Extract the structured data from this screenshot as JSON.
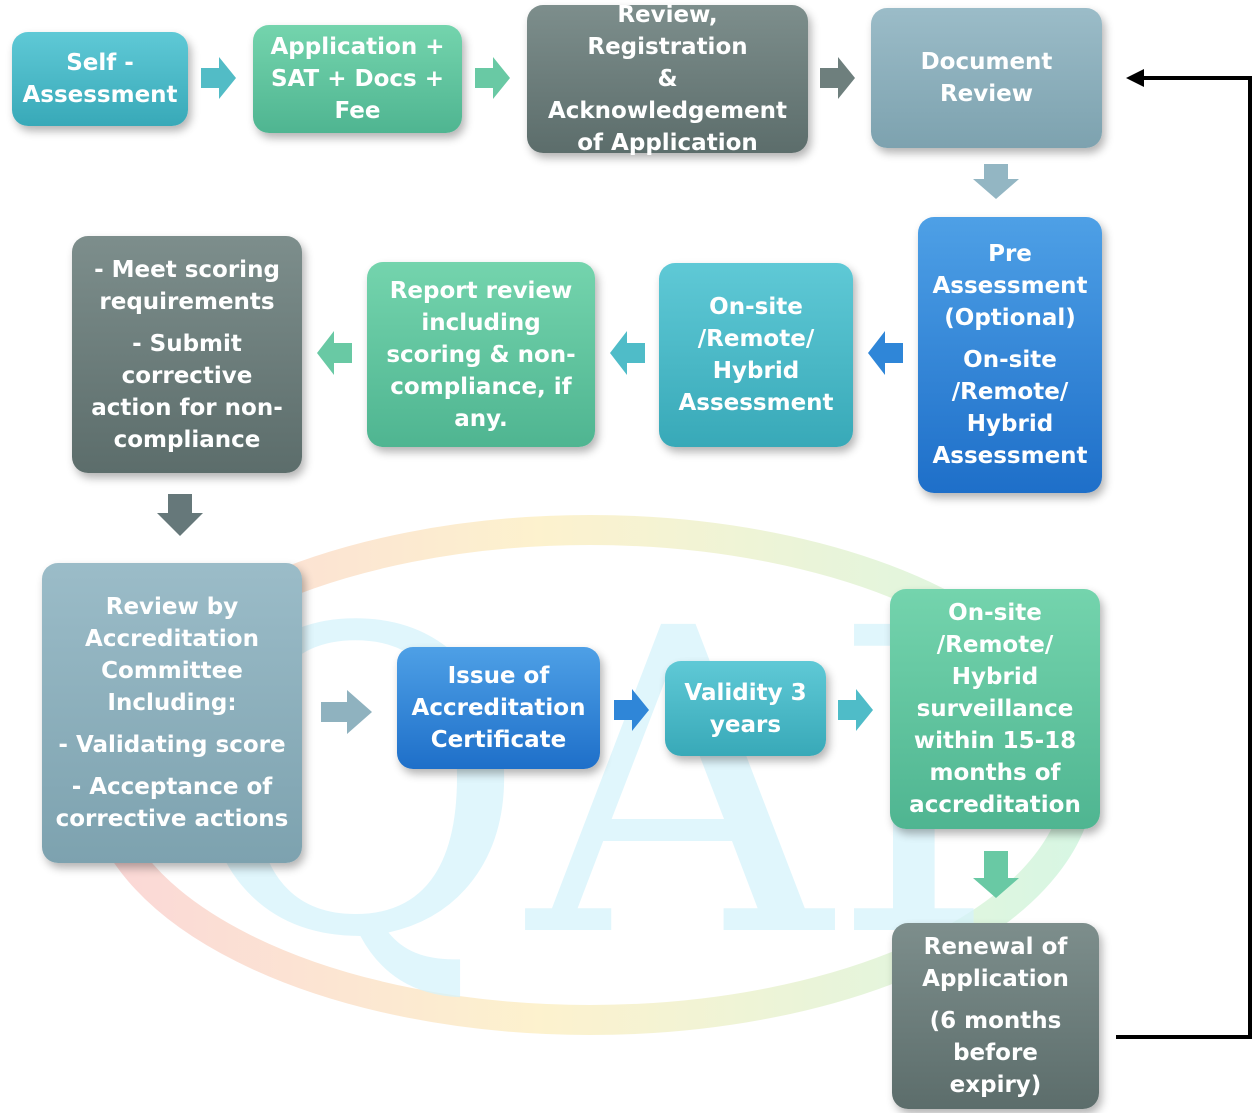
{
  "watermark": {
    "text": "QAI"
  },
  "colors": {
    "teal": "#3fb4c2",
    "green": "#5cc39d",
    "gray": "#66787a",
    "slate": "#8fb2bf",
    "blue": "#2f86d8",
    "connector": "#000000"
  },
  "steps": {
    "self_assessment": [
      "Self -",
      "Assessment"
    ],
    "application": [
      "Application +",
      "SAT + Docs +",
      "Fee"
    ],
    "review_registration": [
      "Review, Registration",
      "&",
      "Acknowledgement",
      "of Application"
    ],
    "document_review": [
      "Document",
      "Review"
    ],
    "pre_assessment": {
      "part1": [
        "Pre",
        "Assessment",
        "(Optional)"
      ],
      "part2": [
        "On-site",
        "/Remote/",
        "Hybrid",
        "Assessment"
      ]
    },
    "onsite_assessment": [
      "On-site",
      "/Remote/",
      "Hybrid",
      "Assessment"
    ],
    "report_review": [
      "Report review",
      "including",
      "scoring & non-",
      "compliance, if",
      "any."
    ],
    "meet_scoring": {
      "part1": [
        "- Meet scoring",
        "requirements"
      ],
      "part2": [
        "- Submit",
        "corrective",
        "action for non-",
        "compliance"
      ]
    },
    "committee_review": {
      "part1": [
        "Review by",
        "Accreditation",
        "Committee",
        "Including:"
      ],
      "part2": [
        "- Validating score"
      ],
      "part3": [
        "- Acceptance of",
        "corrective actions"
      ]
    },
    "issue_certificate": [
      "Issue of",
      "Accreditation",
      "Certificate"
    ],
    "validity": [
      "Validity 3",
      "years"
    ],
    "surveillance": [
      "On-site",
      "/Remote/",
      "Hybrid",
      "surveillance",
      "within 15-18",
      "months of",
      "accreditation"
    ],
    "renewal": {
      "part1": [
        "Renewal of",
        "Application"
      ],
      "part2": [
        "(6 months",
        "before expiry)"
      ]
    }
  }
}
